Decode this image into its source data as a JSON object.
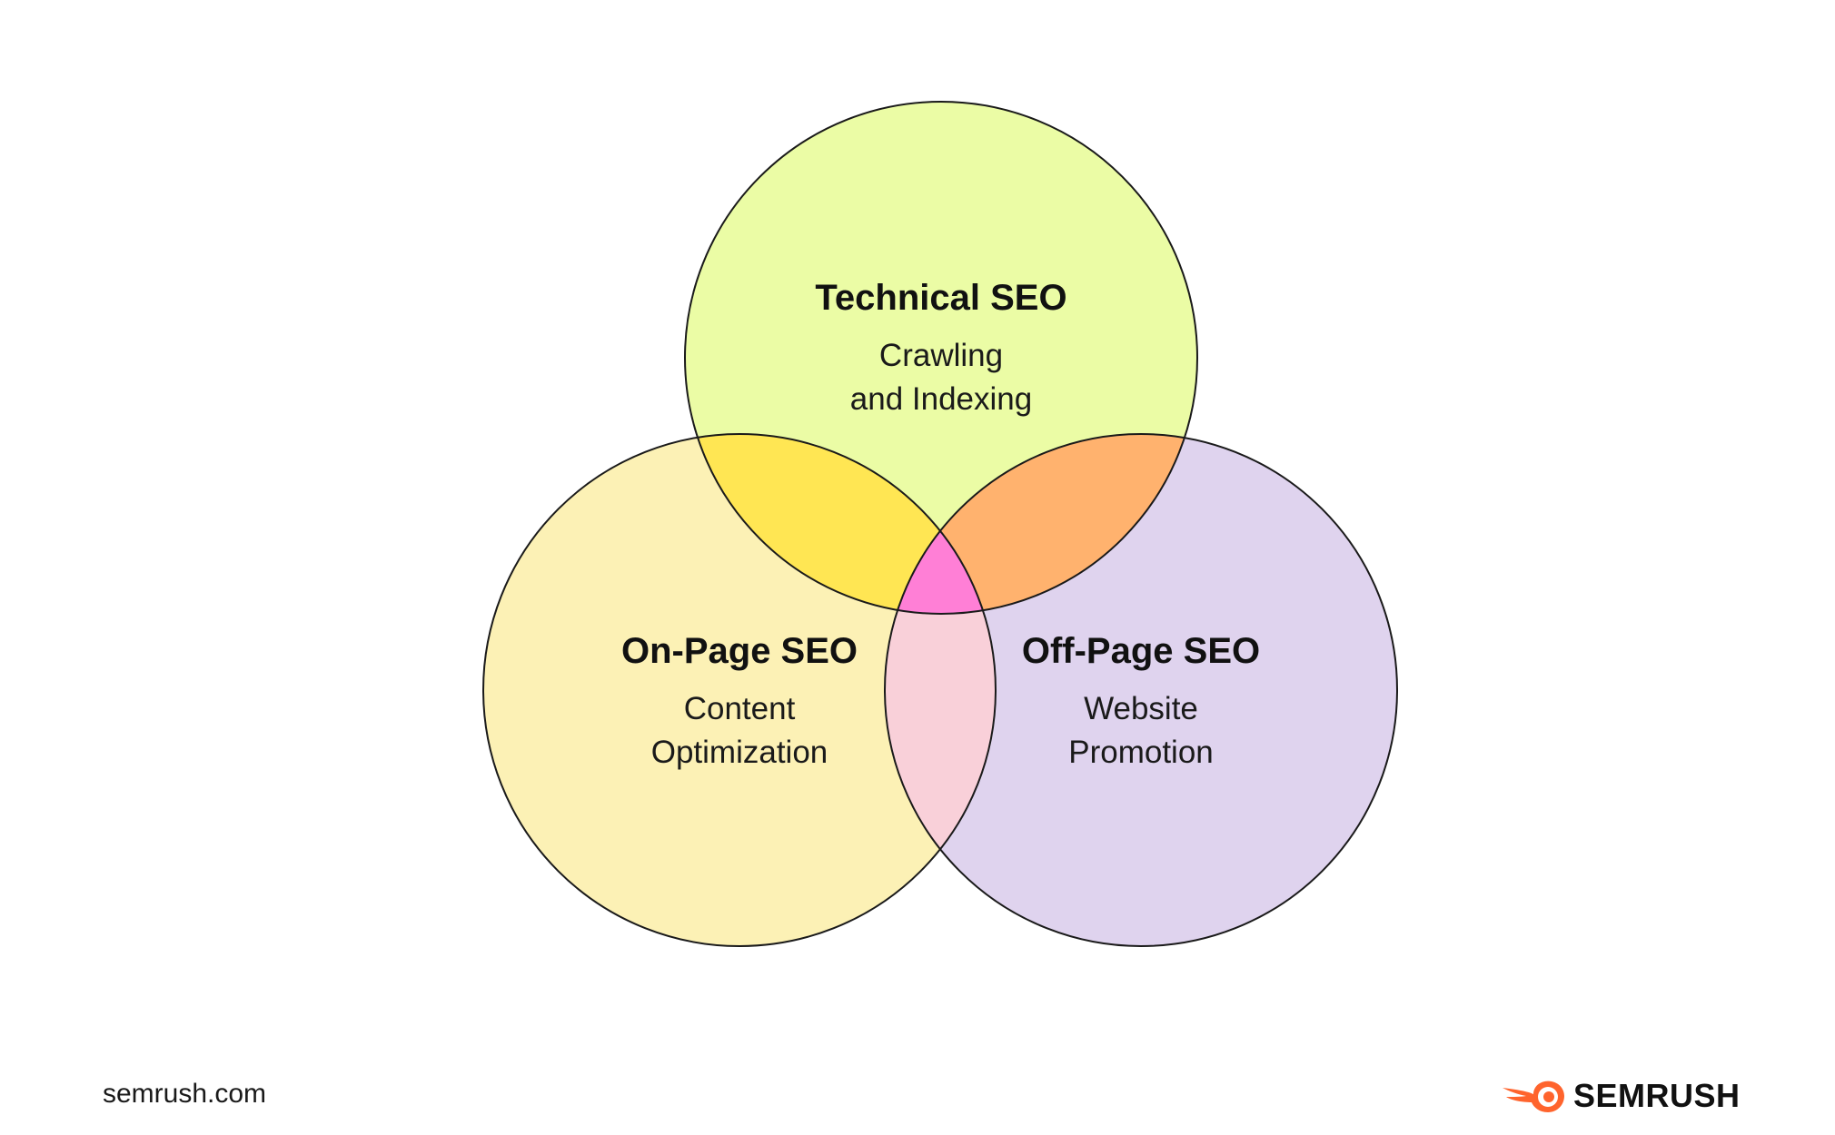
{
  "diagram": {
    "circles": [
      {
        "title": "Technical SEO",
        "lines": [
          "Crawling",
          "and Indexing"
        ],
        "fill": "#ebfca5"
      },
      {
        "title": "On-Page SEO",
        "lines": [
          "Content",
          "Optimization"
        ],
        "fill": "#fcf1b5"
      },
      {
        "title": "Off-Page SEO",
        "lines": [
          "Website",
          "Promotion"
        ],
        "fill": "#dfd3ee"
      }
    ],
    "overlap_colors": {
      "technical_onpage": "#ffe653",
      "technical_offpage": "#ffb26e",
      "onpage_offpage": "#f9d0d9",
      "center": "#ff7fd6"
    },
    "outline_color": "#1a1a1a"
  },
  "footer": {
    "url": "semrush.com",
    "brand": "SEMRUSH",
    "brand_icon": "semrush-flame-icon",
    "brand_color": "#ff642d"
  }
}
